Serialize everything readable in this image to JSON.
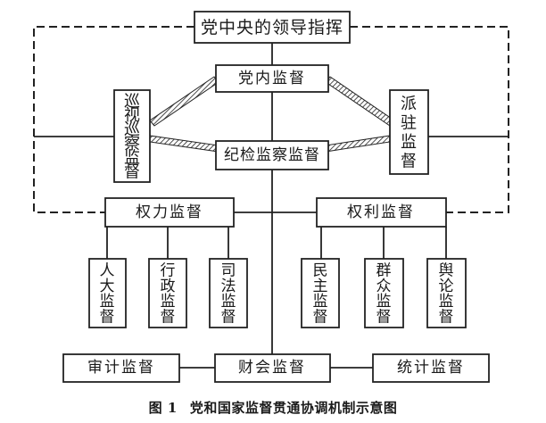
{
  "diagram": {
    "top": "党中央的领导指挥",
    "party_internal": "党内监督",
    "discipline": "纪检监察监督",
    "inspection": "巡视巡察监督",
    "stationed": "派驻监督",
    "power": "权力监督",
    "rights": "权利监督",
    "npc": "人大监督",
    "admin": "行政监督",
    "judicial": "司法监督",
    "democratic": "民主监督",
    "mass": "群众监督",
    "opinion": "舆论监督",
    "finance": "财会监督",
    "audit": "审计监督",
    "statistics": "统计监督"
  },
  "caption": {
    "figure": "图 1",
    "title": "党和国家监督贯通协调机制示意图"
  }
}
